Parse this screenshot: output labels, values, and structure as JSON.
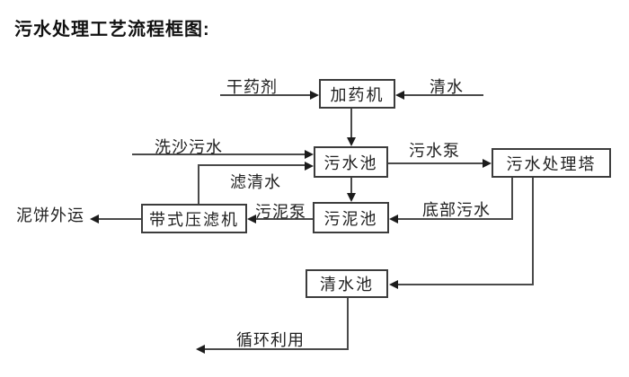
{
  "title": "污水处理工艺流程框图:",
  "diagram": {
    "type": "flowchart",
    "colors": {
      "background": "#ffffff",
      "line": "#4a4a4a",
      "node_border": "#3c3c3c",
      "text": "#1f1f1f"
    },
    "nodes": [
      {
        "id": "dosing-machine",
        "label": "加药机"
      },
      {
        "id": "sewage-pool",
        "label": "污水池"
      },
      {
        "id": "treatment-tower",
        "label": "污水处理塔"
      },
      {
        "id": "sludge-pool",
        "label": "污泥池"
      },
      {
        "id": "belt-filter-press",
        "label": "带式压滤机"
      },
      {
        "id": "clean-water-pool",
        "label": "清水池"
      }
    ],
    "flows": [
      {
        "label": "干药剂",
        "from": "外部",
        "to": "加药机"
      },
      {
        "label": "清水",
        "from": "外部",
        "to": "加药机"
      },
      {
        "label": "",
        "from": "加药机",
        "to": "污水池"
      },
      {
        "label": "洗沙污水",
        "from": "外部",
        "to": "污水池"
      },
      {
        "label": "滤清水",
        "from": "带式压滤机",
        "to": "污水池"
      },
      {
        "label": "污水泵",
        "from": "污水池",
        "to": "污水处理塔"
      },
      {
        "label": "",
        "from": "污水池",
        "to": "污泥池"
      },
      {
        "label": "污泥泵",
        "from": "污泥池",
        "to": "带式压滤机"
      },
      {
        "label": "泥饼外运",
        "from": "带式压滤机",
        "to": "外部"
      },
      {
        "label": "底部污水",
        "from": "污水处理塔",
        "to": "污泥池"
      },
      {
        "label": "",
        "from": "污水处理塔",
        "to": "清水池"
      },
      {
        "label": "循环利用",
        "from": "清水池",
        "to": "外部"
      }
    ]
  }
}
